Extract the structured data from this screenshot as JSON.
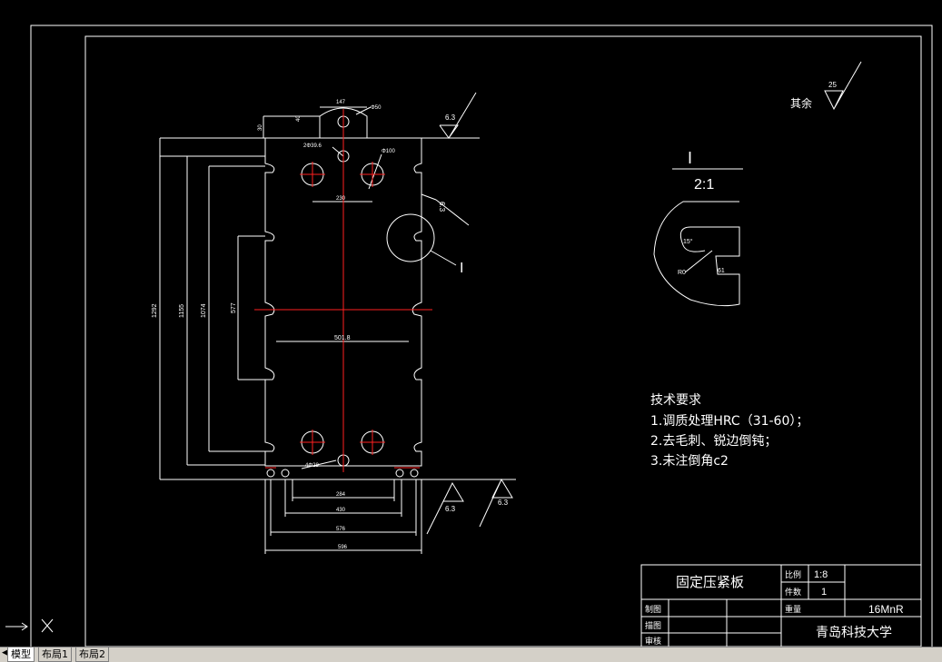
{
  "drawing": {
    "title_block": {
      "part_name": "固定压紧板",
      "scale_label": "比例",
      "scale_value": "1:8",
      "quantity_label": "件数",
      "quantity_value": "1",
      "weight_label": "重量",
      "material": "16MnR",
      "drawn_label": "制图",
      "traced_label": "描图",
      "checked_label": "审核",
      "school": "青岛科技大学"
    },
    "detail": {
      "label": "I",
      "scale": "2:1",
      "callout": "I",
      "dim_angle": "15°",
      "dim_r": "R0",
      "dim_width": "61"
    },
    "tech_req": {
      "heading": "技术要求",
      "items": [
        "1.调质处理HRC（31-60）；",
        "2.去毛刺、锐边倒钝；",
        "3.未注倒角c2"
      ]
    },
    "roughness": {
      "other_label": "其余",
      "other_value": "25",
      "top": "6.3",
      "side": "6.3",
      "bottom_left": "6.3",
      "bottom_right": "6.3"
    },
    "dims": {
      "total_height": "1292",
      "h2": "1155",
      "h3": "1074",
      "h4": "577",
      "slot_width": "147",
      "slot_dia": "Φ50",
      "small_dim": "40",
      "side_dim": "30",
      "hole_label": "2Φ39.6",
      "hole_dia": "Φ100",
      "hole_spacing": "230",
      "bolt_span": "501.8",
      "bottom_hole": "4Φ28",
      "w1": "284",
      "w2": "430",
      "w3": "576",
      "w4": "596"
    }
  },
  "tabs": [
    "模型",
    "布局1",
    "布局2"
  ],
  "ucs_icon": "ucs-axis-icon"
}
